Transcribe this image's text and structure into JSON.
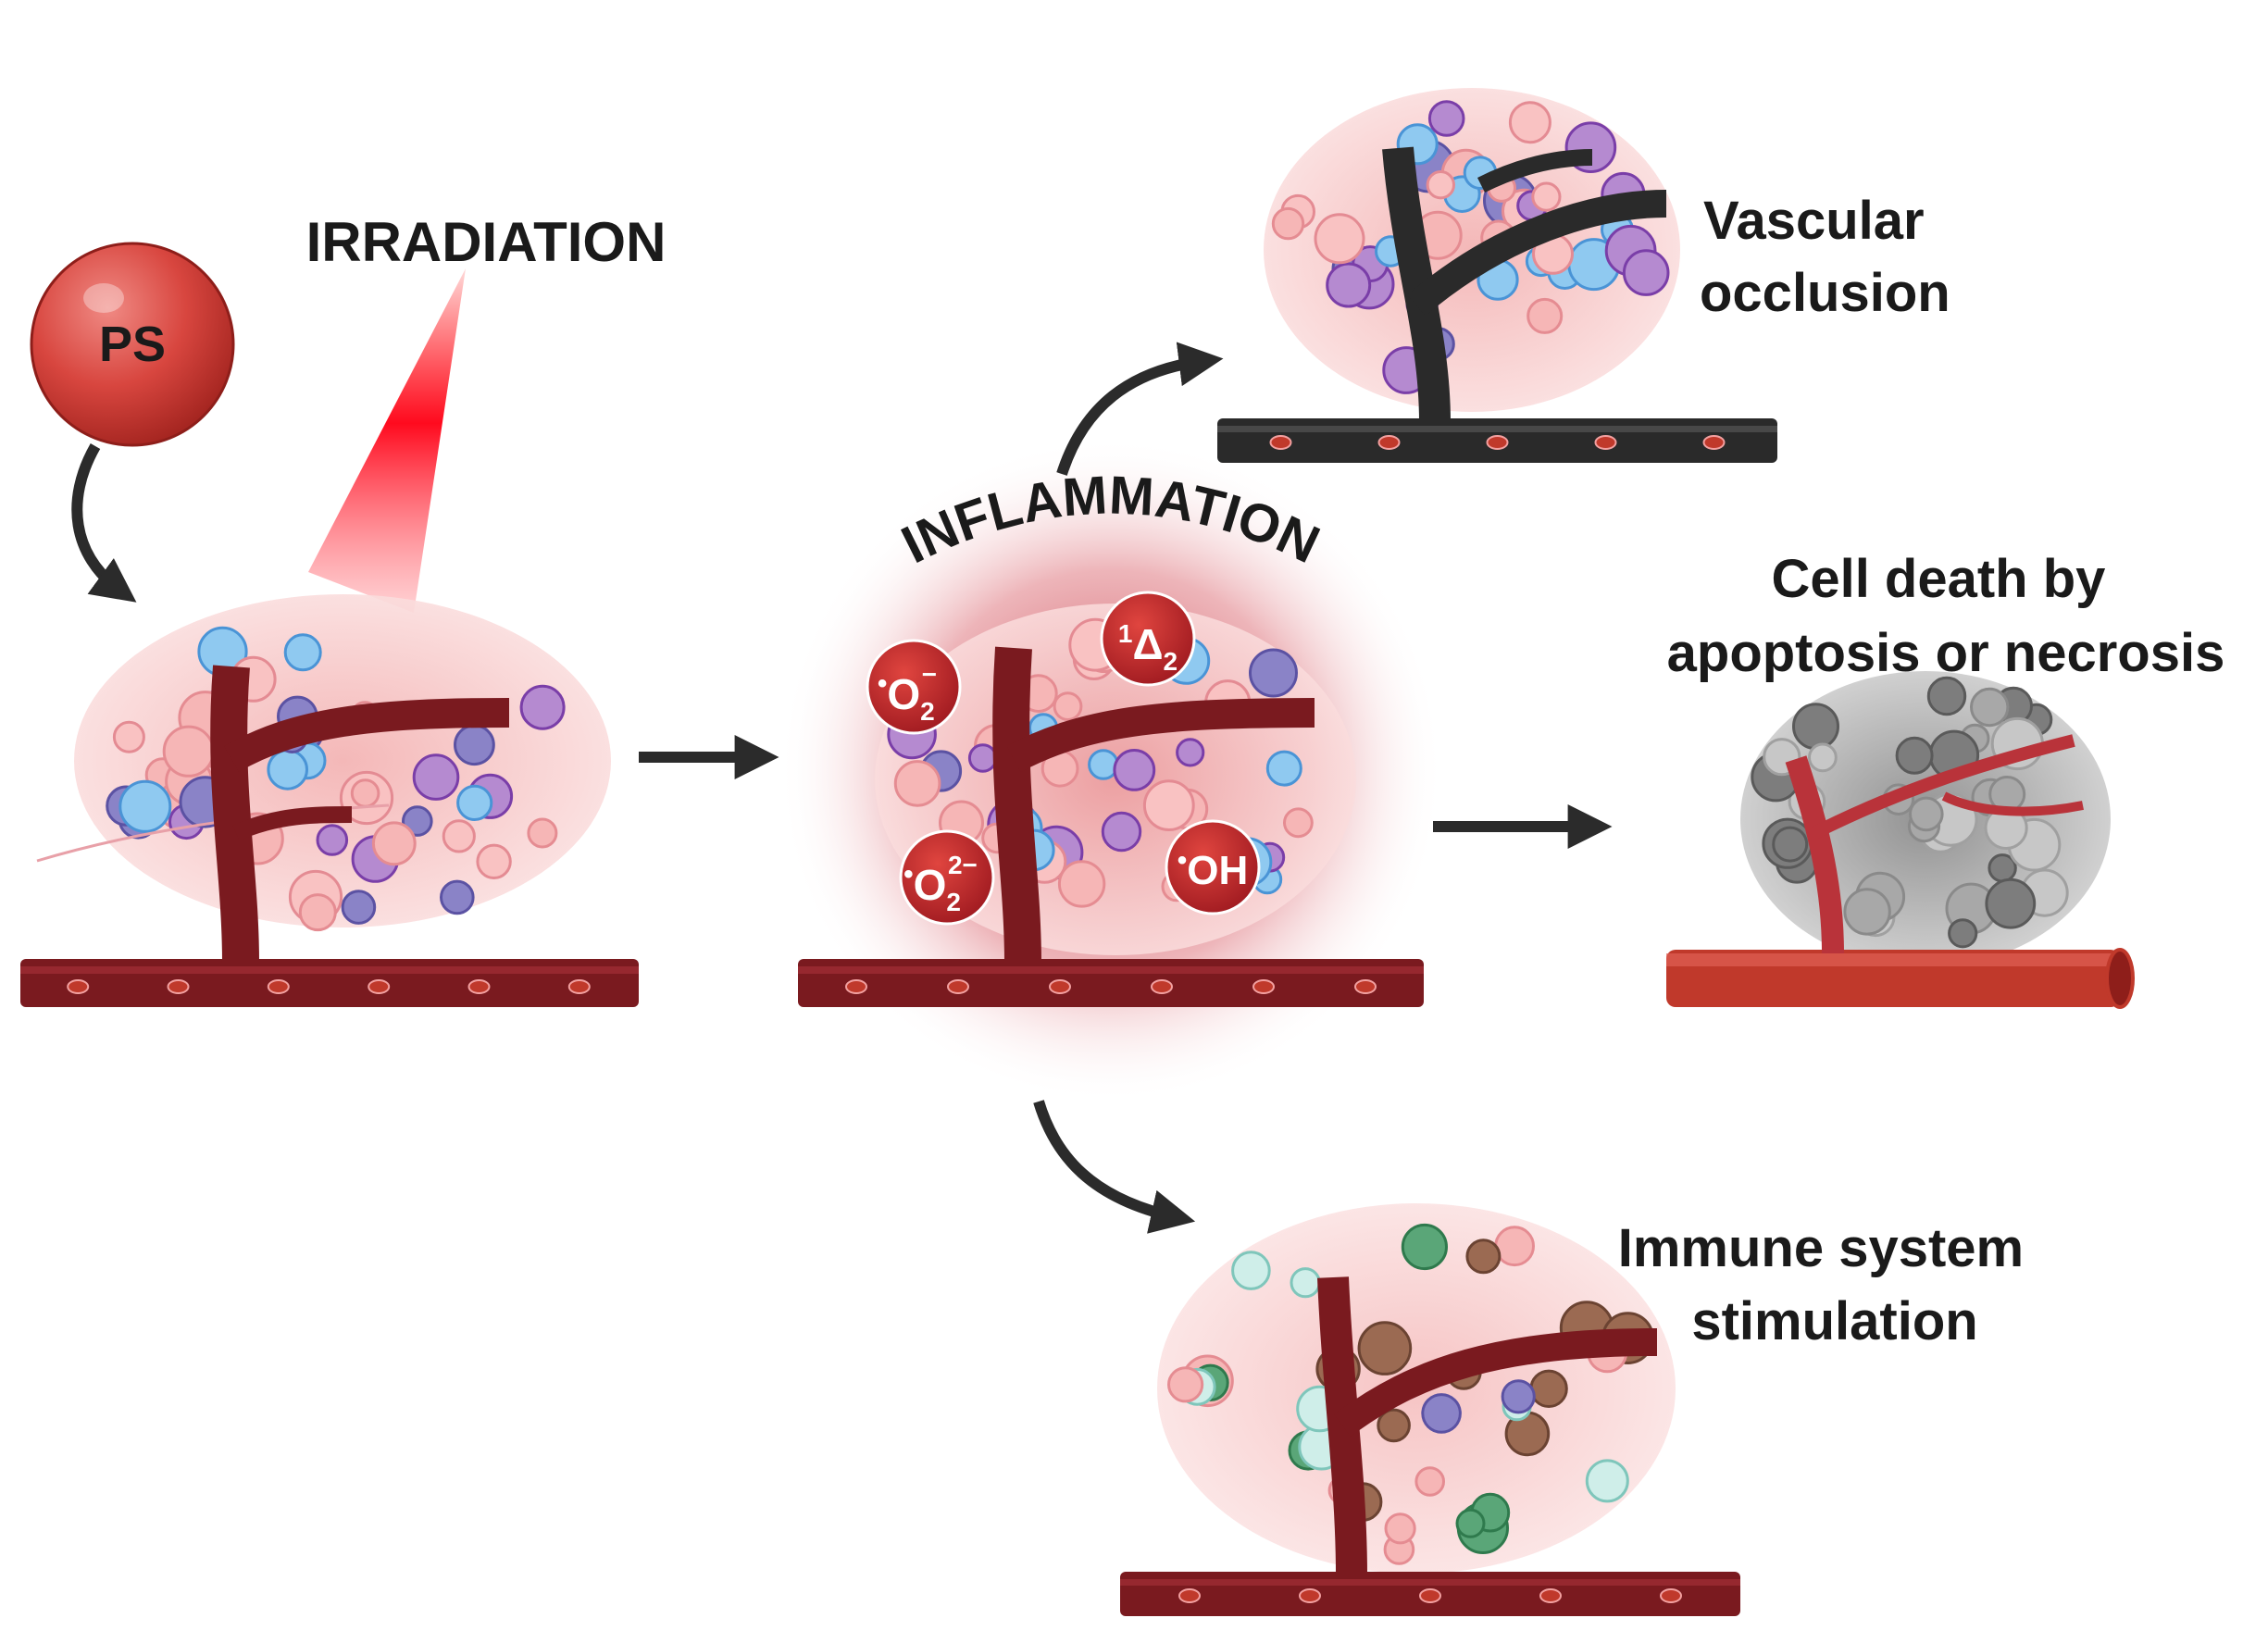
{
  "labels": {
    "ps": "PS",
    "irradiation": "IRRADIATION",
    "inflammation": "INFLAMMATION",
    "vascular_occlusion": [
      "Vascular",
      "occlusion"
    ],
    "cell_death": [
      "Cell death by",
      "apoptosis or necrosis"
    ],
    "immune": [
      "Immune system",
      "stimulation"
    ]
  },
  "ros": {
    "superoxide": {
      "base": "O",
      "sub": "2",
      "sup": "−",
      "dot": "•"
    },
    "singlet_oxygen": {
      "base": "Δ",
      "sub": "2",
      "pre_sup": "1"
    },
    "peroxide": {
      "base": "O",
      "sub": "2",
      "sup": "2−",
      "dot": "•"
    },
    "hydroxyl": {
      "base": "OH",
      "dot": "•"
    }
  },
  "colors": {
    "vessel": "#7a1a1f",
    "vessel_light": "#c0392b",
    "ps_ball": "#d8463f",
    "laser": "#ff0a1e",
    "arrow": "#2b2b2b",
    "ros_circle": "#c8242c",
    "occluded_vessel": "#2a2a2a",
    "necrosis_gray": "#8a8a8a"
  }
}
